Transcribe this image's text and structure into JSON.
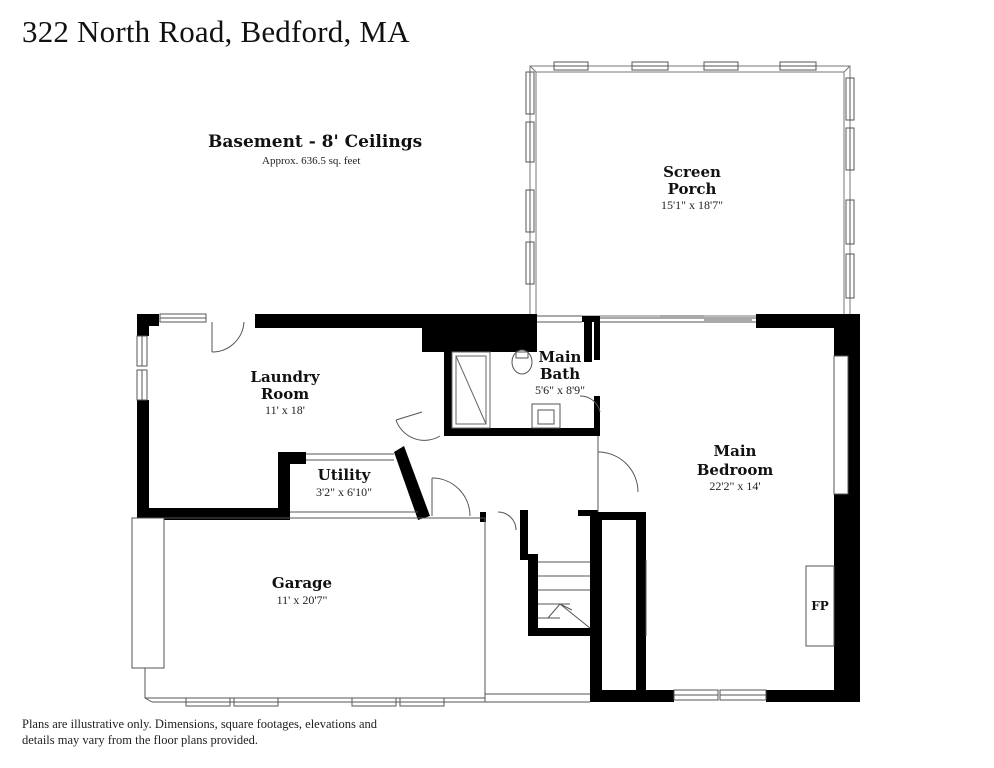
{
  "header": {
    "address": "322 North Road, Bedford, MA"
  },
  "floor": {
    "title": "Basement - 8' Ceilings",
    "area": "Approx. 636.5 sq. feet"
  },
  "rooms": {
    "screen_porch": {
      "name_line1": "Screen",
      "name_line2": "Porch",
      "dims": "15'1\" x 18'7\""
    },
    "laundry": {
      "name_line1": "Laundry",
      "name_line2": "Room",
      "dims": "11' x 18'"
    },
    "main_bath": {
      "name_line1": "Main",
      "name_line2": "Bath",
      "dims": "5'6\" x 8'9\""
    },
    "main_bedroom": {
      "name_line1": "Main",
      "name_line2": "Bedroom",
      "dims": "22'2\" x 14'"
    },
    "utility": {
      "name_line1": "Utility",
      "dims": "3'2\" x 6'10\""
    },
    "garage": {
      "name_line1": "Garage",
      "dims": "11' x 20'7\""
    }
  },
  "fixtures": {
    "fireplace_label": "FP"
  },
  "footer": {
    "disclaimer": "Plans are illustrative only. Dimensions, square footages, elevations and details may vary from the floor plans provided."
  }
}
